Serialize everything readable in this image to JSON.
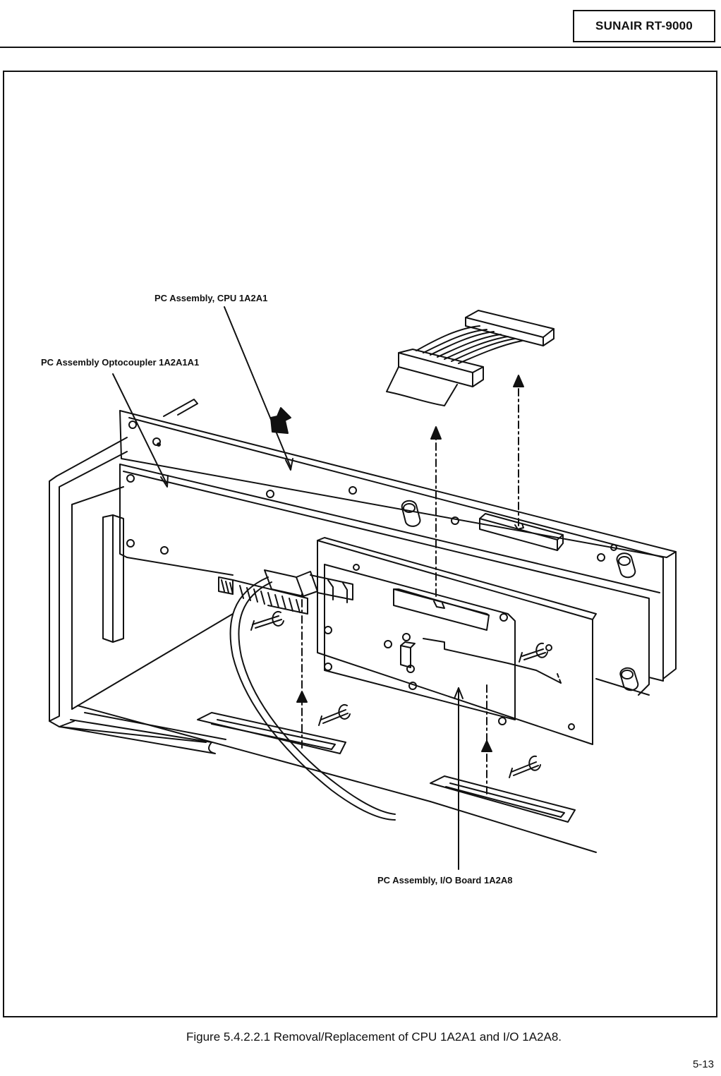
{
  "header": {
    "model": "SUNAIR RT-9000"
  },
  "figure": {
    "callouts": {
      "cpu": "PC Assembly, CPU 1A2A1",
      "optocoupler": "PC Assembly Optocoupler 1A2A1A1",
      "io_board": "PC Assembly, I/O Board 1A2A8"
    },
    "caption": "Figure 5.4.2.2.1   Removal/Replacement of CPU 1A2A1 and I/O 1A2A8."
  },
  "footer": {
    "page_number": "5-13"
  }
}
